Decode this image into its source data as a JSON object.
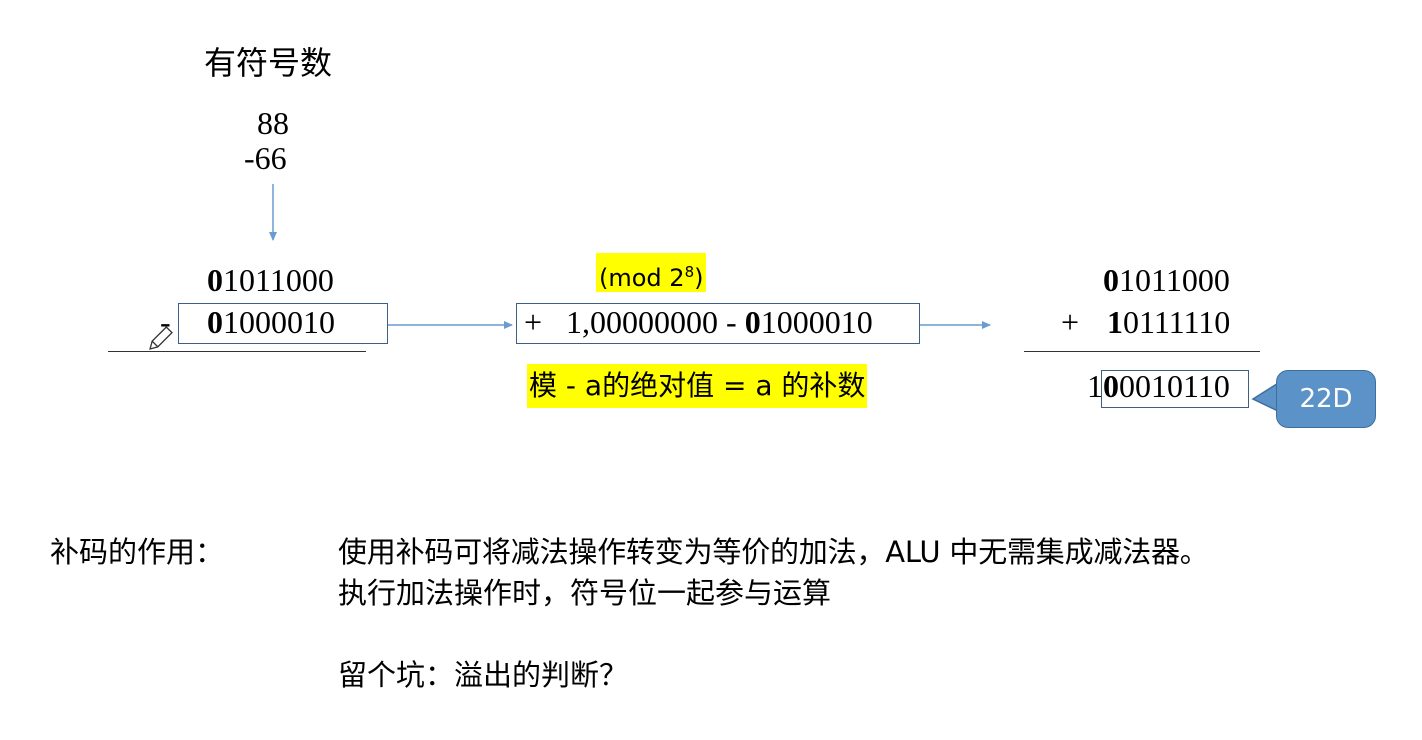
{
  "heading": "有符号数",
  "source_numbers": [
    "88",
    "-66"
  ],
  "subtraction": {
    "minuend": {
      "sign_bit": "0",
      "rest": "1011000"
    },
    "operator": "-",
    "subtrahend": {
      "sign_bit": "0",
      "rest": "1000010"
    }
  },
  "modulus": {
    "label_prefix": "(mod 2",
    "label_exponent": "8",
    "label_suffix": ")",
    "expr_plus": "+",
    "expr_text": "1,00000000 - ",
    "expr_sign_bit": "0",
    "expr_rest": "1000010",
    "note": "模 - a的绝对值 = a 的补数"
  },
  "addition": {
    "row1": {
      "sign_bit": "0",
      "rest": "1011000"
    },
    "operator": "+",
    "row2": {
      "sign_bit": "1",
      "rest": "0111110"
    },
    "result_carry": "1",
    "result_sign_bit": "0",
    "result_rest": "0010110",
    "callout": "22D"
  },
  "explanation": {
    "label": "补码的作用：",
    "line1": "使用补码可将减法操作转变为等价的加法，ALU 中无需集成减法器。",
    "line2": "执行加法操作时，符号位一起参与运算",
    "pit": "留个坑：溢出的判断？"
  },
  "colors": {
    "highlight": "#ffff00",
    "arrow": "#6a9ccf",
    "box_border": "#3d5f86",
    "callout_bg": "#5b93c9"
  }
}
